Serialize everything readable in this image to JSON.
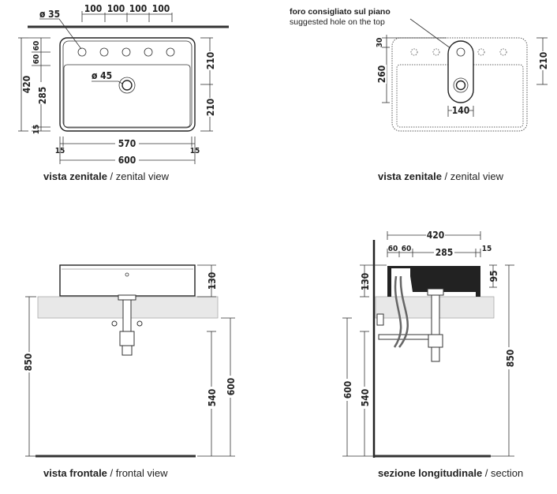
{
  "views": {
    "top_left": {
      "caption_bold": "vista zenitale",
      "caption_sep": " / ",
      "caption": "zenital view",
      "dims": {
        "hole_dia": "ø 35",
        "drain_dia": "ø 45",
        "spacing": [
          "100",
          "100",
          "100",
          "100"
        ],
        "height_total": "420",
        "h285": "285",
        "h60a": "60",
        "h60b": "60",
        "h15": "15",
        "r210a": "210",
        "r210b": "210",
        "w570": "570",
        "w600": "600",
        "w15a": "15",
        "w15b": "15"
      }
    },
    "top_right": {
      "caption_bold": "vista zenitale",
      "caption_sep": " / ",
      "caption": "zenital view",
      "note_it": "foro consigliato sul piano",
      "note_en": "suggested hole on the top",
      "dims": {
        "h30": "30",
        "h260": "260",
        "r210": "210",
        "w140": "140"
      }
    },
    "bottom_left": {
      "caption_bold": "vista frontale",
      "caption_sep": " / ",
      "caption": "frontal view",
      "dims": {
        "h850": "850",
        "h130": "130",
        "h540": "540",
        "h600": "600"
      }
    },
    "bottom_right": {
      "caption_bold": "sezione longitudinale",
      "caption_sep": " / ",
      "caption": "section",
      "dims": {
        "w420": "420",
        "w60a": "60",
        "w60b": "60",
        "w285": "285",
        "w15": "15",
        "h95": "95",
        "h850": "850",
        "h130": "130",
        "h600": "600",
        "h540": "540"
      }
    }
  }
}
